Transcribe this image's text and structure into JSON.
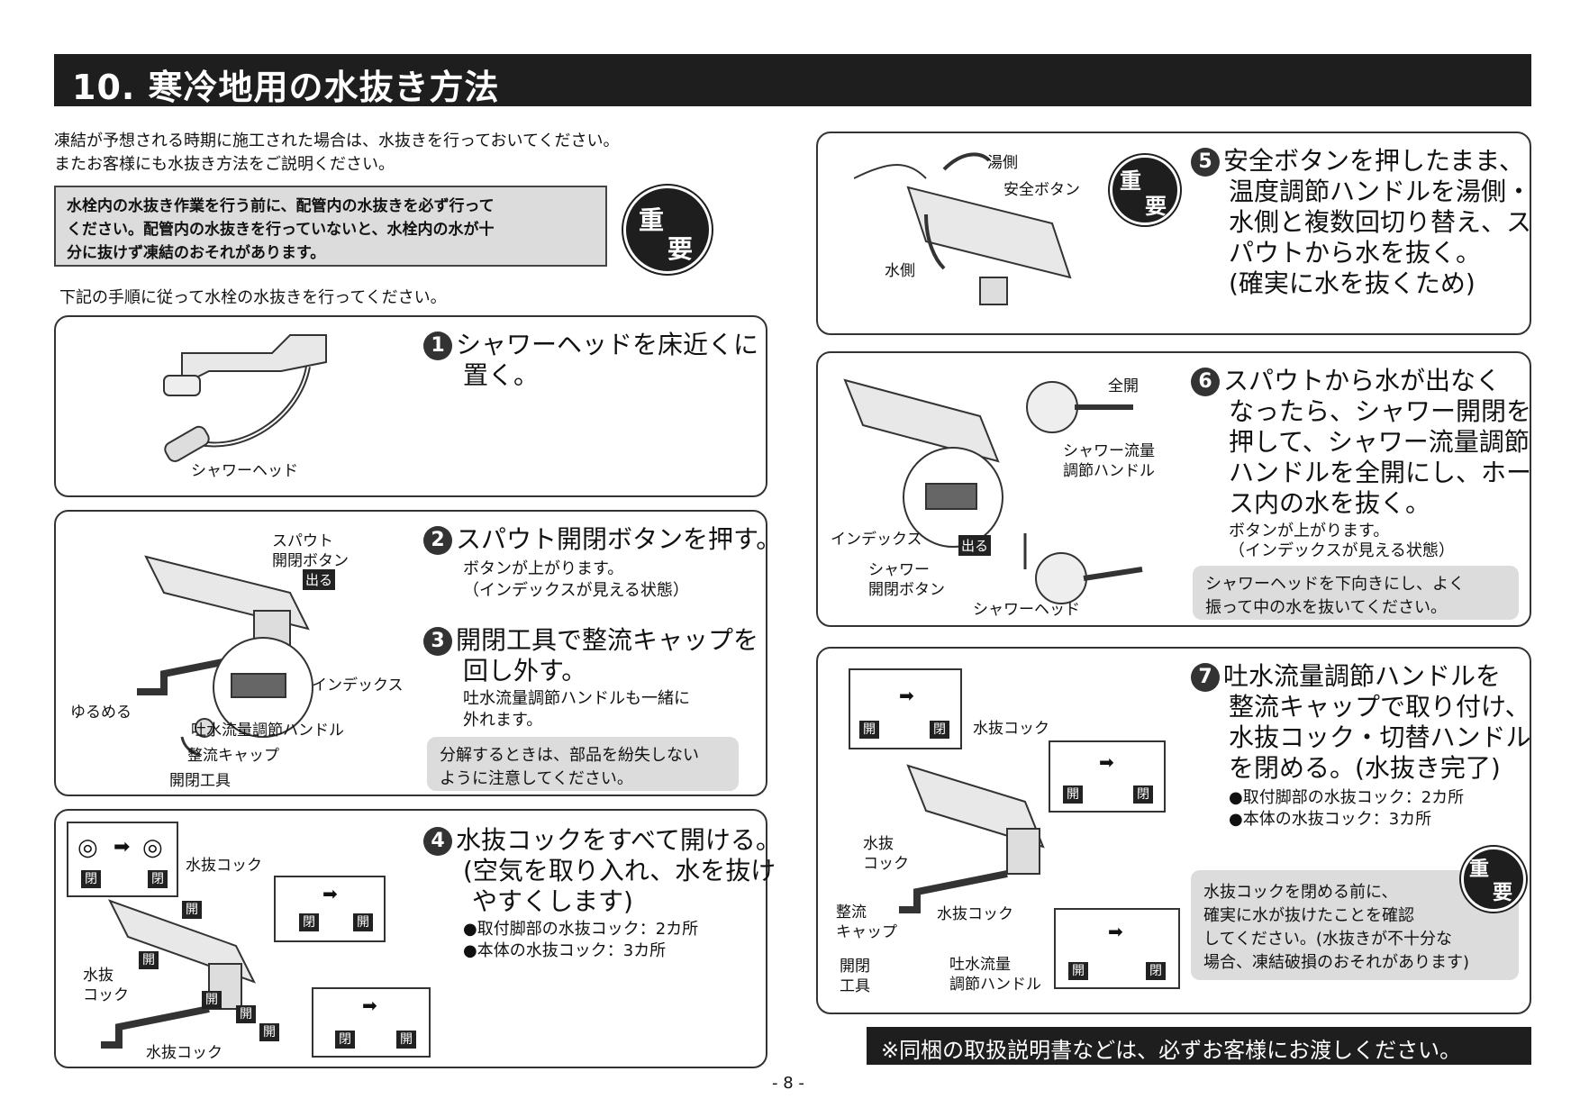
{
  "header": {
    "title": "10. 寒冷地用の水抜き方法"
  },
  "intro": {
    "line1": "凍結が予想される時期に施工された場合は、水抜きを行っておいてください。",
    "line2": "またお客様にも水抜き方法をご説明ください。"
  },
  "warning": {
    "line1": "水栓内の水抜き作業を行う前に、配管内の水抜きを必ず行って",
    "line2": "ください。配管内の水抜きを行っていないと、水栓内の水が十",
    "line3": "分に抜けず凍結のおそれがあります。"
  },
  "important": {
    "c1": "重",
    "c2": "要"
  },
  "procedure_intro": "下記の手順に従って水栓の水抜きを行ってください。",
  "steps": {
    "s1": {
      "num": "1",
      "title1": "シャワーヘッドを床近くに",
      "title2": "置く。",
      "label_showerhead": "シャワーヘッド"
    },
    "s2": {
      "num": "2",
      "title": "スパウト開閉ボタンを押す。",
      "sub1": "ボタンが上がります。",
      "sub2": "（インデックスが見える状態）",
      "label_spout1": "スパウト",
      "label_spout2": "開閉ボタン",
      "tag_out": "出る",
      "label_index": "インデックス",
      "label_loosen": "ゆるめる",
      "label_handle": "吐水流量調節ハンドル",
      "label_cap": "整流キャップ",
      "label_tool": "開閉工具"
    },
    "s3": {
      "num": "3",
      "title1": "開閉工具で整流キャップを",
      "title2": "回し外す。",
      "sub1": "吐水流量調節ハンドルも一緒に",
      "sub2": "外れます。",
      "note1": "分解するときは、部品を紛失しない",
      "note2": "ように注意してください。"
    },
    "s4": {
      "num": "4",
      "title1": "水抜コックをすべて開ける。",
      "title2": "(空気を取り入れ、水を抜け",
      "title3": "やすくします)",
      "bullet1": "●取付脚部の水抜コック：2カ所",
      "bullet2": "●本体の水抜コック：3カ所",
      "label_cock": "水抜コック",
      "label_cock_a": "水抜",
      "label_cock_b": "コック",
      "tag_close": "閉",
      "tag_open": "開"
    },
    "s5": {
      "num": "5",
      "title1": "安全ボタンを押したまま、",
      "title2": "温度調節ハンドルを湯側・",
      "title3": "水側と複数回切り替え、ス",
      "title4": "パウトから水を抜く。",
      "title5": "(確実に水を抜くため)",
      "label_hot": "湯側",
      "label_safety": "安全ボタン",
      "label_cold": "水側"
    },
    "s6": {
      "num": "6",
      "title1": "スパウトから水が出なく",
      "title2": "なったら、シャワー開閉を",
      "title3": "押して、シャワー流量調節",
      "title4": "ハンドルを全開にし、ホー",
      "title5": "ス内の水を抜く。",
      "sub1": "ボタンが上がります。",
      "sub2": "（インデックスが見える状態）",
      "note1": "シャワーヘッドを下向きにし、よく",
      "note2": "振って中の水を抜いてください。",
      "label_full": "全開",
      "label_flow1": "シャワー流量",
      "label_flow2": "調節ハンドル",
      "label_index": "インデックス",
      "tag_out": "出る",
      "label_sw1": "シャワー",
      "label_sw2": "開閉ボタン",
      "label_showerhead": "シャワーヘッド"
    },
    "s7": {
      "num": "7",
      "title1": "吐水流量調節ハンドルを",
      "title2": "整流キャップで取り付け、",
      "title3": "水抜コック・切替ハンドル",
      "title4": "を閉める。(水抜き完了)",
      "bullet1": "●取付脚部の水抜コック：2カ所",
      "bullet2": "●本体の水抜コック：3カ所",
      "note1": "水抜コックを閉める前に、",
      "note2": "確実に水が抜けたことを確認",
      "note3": "してください。(水抜きが不十分な",
      "note4": "場合、凍結破損のおそれがあります)",
      "label_cock": "水抜コック",
      "label_cock_a": "水抜",
      "label_cock_b": "コック",
      "label_cap1": "整流",
      "label_cap2": "キャップ",
      "label_tool1": "開閉",
      "label_tool2": "工具",
      "label_handle1": "吐水流量",
      "label_handle2": "調節ハンドル"
    }
  },
  "footer": {
    "notice": "※同梱の取扱説明書などは、必ずお客様にお渡しください。",
    "page": "- 8 -"
  }
}
